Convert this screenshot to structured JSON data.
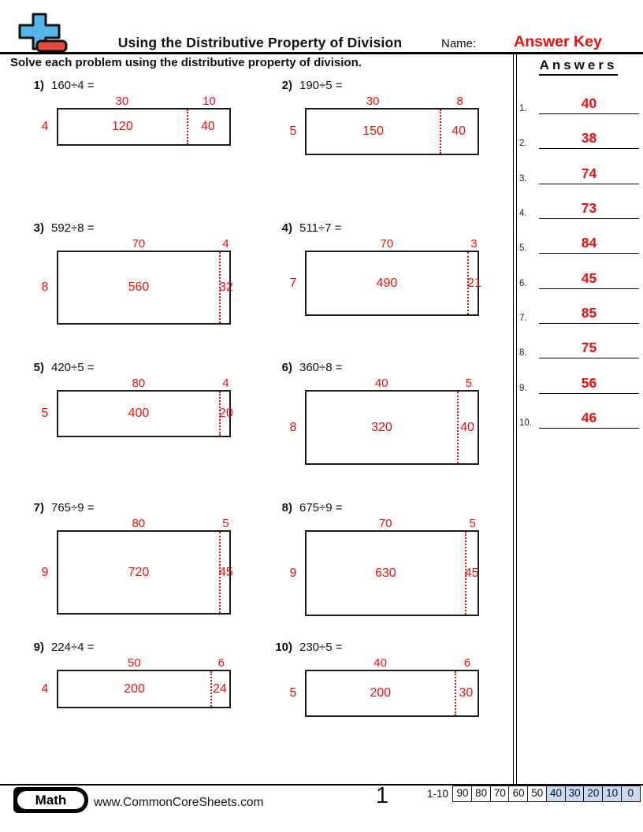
{
  "header": {
    "title": "Using the Distributive Property of Division",
    "name_label": "Name:",
    "name_value": "Answer Key",
    "instruction": "Solve each problem using the distributive property of division."
  },
  "answers_panel": {
    "heading": "Answers",
    "items": [
      {
        "num": "1.",
        "value": "40"
      },
      {
        "num": "2.",
        "value": "38"
      },
      {
        "num": "3.",
        "value": "74"
      },
      {
        "num": "4.",
        "value": "73"
      },
      {
        "num": "5.",
        "value": "84"
      },
      {
        "num": "6.",
        "value": "45"
      },
      {
        "num": "7.",
        "value": "85"
      },
      {
        "num": "8.",
        "value": "75"
      },
      {
        "num": "9.",
        "value": "56"
      },
      {
        "num": "10.",
        "value": "46"
      }
    ]
  },
  "problems": [
    {
      "num": "1)",
      "expression": "160÷4 =",
      "divisor": "4",
      "top_left": "30",
      "top_right": "10",
      "cell_left": "120",
      "cell_right": "40"
    },
    {
      "num": "2)",
      "expression": "190÷5 =",
      "divisor": "5",
      "top_left": "30",
      "top_right": "8",
      "cell_left": "150",
      "cell_right": "40"
    },
    {
      "num": "3)",
      "expression": "592÷8 =",
      "divisor": "8",
      "top_left": "70",
      "top_right": "4",
      "cell_left": "560",
      "cell_right": "32"
    },
    {
      "num": "4)",
      "expression": "511÷7 =",
      "divisor": "7",
      "top_left": "70",
      "top_right": "3",
      "cell_left": "490",
      "cell_right": "21"
    },
    {
      "num": "5)",
      "expression": "420÷5 =",
      "divisor": "5",
      "top_left": "80",
      "top_right": "4",
      "cell_left": "400",
      "cell_right": "20"
    },
    {
      "num": "6)",
      "expression": "360÷8 =",
      "divisor": "8",
      "top_left": "40",
      "top_right": "5",
      "cell_left": "320",
      "cell_right": "40"
    },
    {
      "num": "7)",
      "expression": "765÷9 =",
      "divisor": "9",
      "top_left": "80",
      "top_right": "5",
      "cell_left": "720",
      "cell_right": "45"
    },
    {
      "num": "8)",
      "expression": "675÷9 =",
      "divisor": "9",
      "top_left": "70",
      "top_right": "5",
      "cell_left": "630",
      "cell_right": "45"
    },
    {
      "num": "9)",
      "expression": "224÷4 =",
      "divisor": "4",
      "top_left": "50",
      "top_right": "6",
      "cell_left": "200",
      "cell_right": "24"
    },
    {
      "num": "10)",
      "expression": "230÷5 =",
      "divisor": "5",
      "top_left": "40",
      "top_right": "6",
      "cell_left": "200",
      "cell_right": "30"
    }
  ],
  "footer": {
    "subject": "Math",
    "website": "www.CommonCoreSheets.com",
    "page_number": "1",
    "score_scale": {
      "range_label": "1-10",
      "values": [
        "90",
        "80",
        "70",
        "60",
        "50",
        "40",
        "30",
        "20",
        "10",
        "0"
      ]
    }
  },
  "colors": {
    "accent_red": "#f20d0d",
    "logo_blue": "#56b5e8",
    "logo_red": "#e8473b",
    "score_cell_blue": "#ccd9f0"
  }
}
